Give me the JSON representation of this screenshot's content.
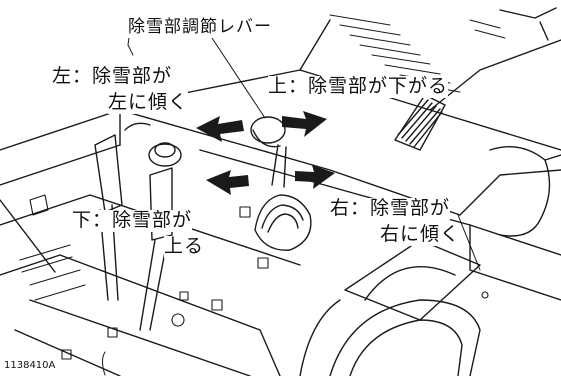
{
  "labels": {
    "lever": "除雪部調節レバー",
    "left_line1": "左：除雪部が",
    "left_line2": "左に傾く",
    "up": "上：除雪部が下がる",
    "down_line1": "下：除雪部が",
    "down_line2": "上る",
    "right_line1": "右：除雪部が",
    "right_line2": "右に傾く"
  },
  "figure_code": "1138410A",
  "colors": {
    "ink": "#111111",
    "paper": "#ffffff"
  }
}
